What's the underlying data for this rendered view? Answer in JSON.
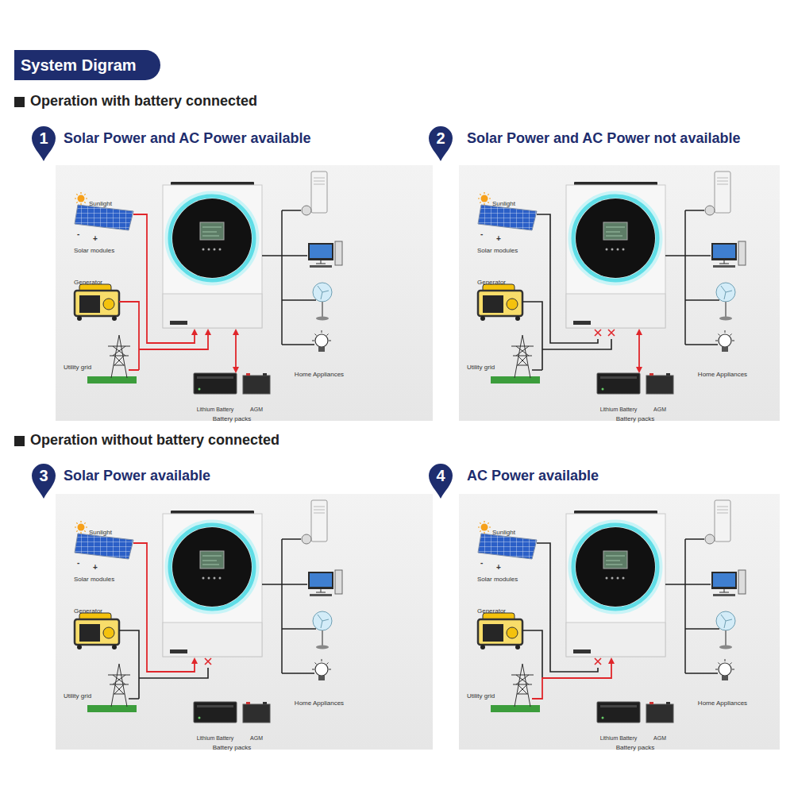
{
  "diagram": {
    "title": "System Digram",
    "nodes": [
      {
        "text": [
          "1"
        ]
      },
      {
        "text": [
          "Solar Power and AC Power available"
        ]
      },
      {
        "text": [
          "2"
        ]
      },
      {
        "text": [
          "Solar Power and AC Power not available"
        ]
      },
      {
        "text": [
          "3"
        ]
      },
      {
        "text": [
          "Solar Power available"
        ]
      },
      {
        "text": [
          "4"
        ]
      },
      {
        "text": [
          "AC Power available"
        ]
      }
    ],
    "labels": [
      "Operation with battery connected",
      "Sunlight",
      "-",
      "+",
      "Solar modules",
      "Generator",
      "Utility grid",
      "Home Appliances",
      "Lithium Battery",
      "AGM",
      "Battery packs",
      "Sunlight",
      "-",
      "+",
      "Solar modules",
      "Generator",
      "Utility grid",
      "Home Appliances",
      "Lithium Battery",
      "AGM",
      "Battery packs",
      "Operation without battery connected",
      "Sunlight",
      "-",
      "+",
      "Solar modules",
      "Generator",
      "Utility grid",
      "Home Appliances",
      "Lithium Battery",
      "AGM",
      "Battery packs",
      "Sunlight",
      "-",
      "+",
      "Solar modules",
      "Generator",
      "Utility grid",
      "Home Appliances",
      "Lithium Battery",
      "AGM",
      "Battery packs"
    ]
  }
}
